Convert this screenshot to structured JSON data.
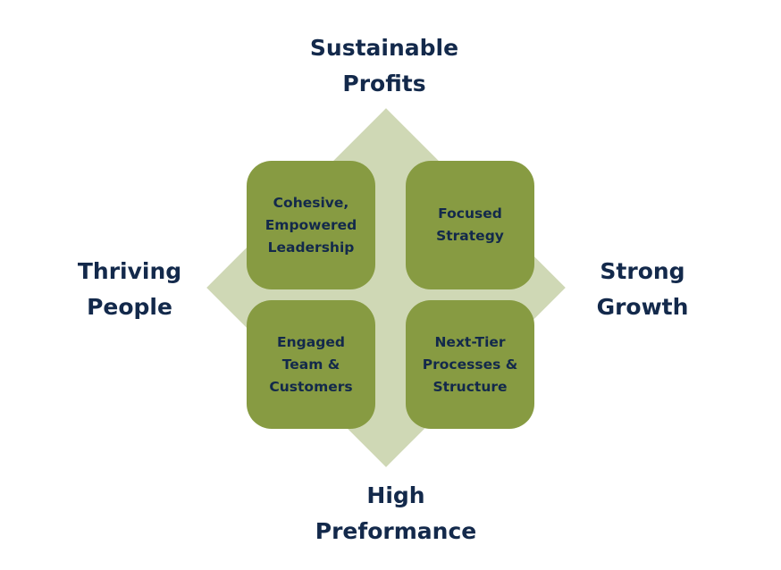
{
  "outer_labels": {
    "top": "Sustainable\nProfits",
    "bottom": "High\nPreformance",
    "left": "Thriving\nPeople",
    "right": "Strong\nGrowth"
  },
  "tiles": {
    "top_left": "Cohesive,\nEmpowered\nLeadership",
    "top_right": "Focused\nStrategy",
    "bottom_left": "Engaged\nTeam &\nCustomers",
    "bottom_right": "Next-Tier\nProcesses &\nStructure"
  },
  "colors": {
    "diamond": "#cfd8b5",
    "tile": "#879b42",
    "text": "#13294b"
  }
}
